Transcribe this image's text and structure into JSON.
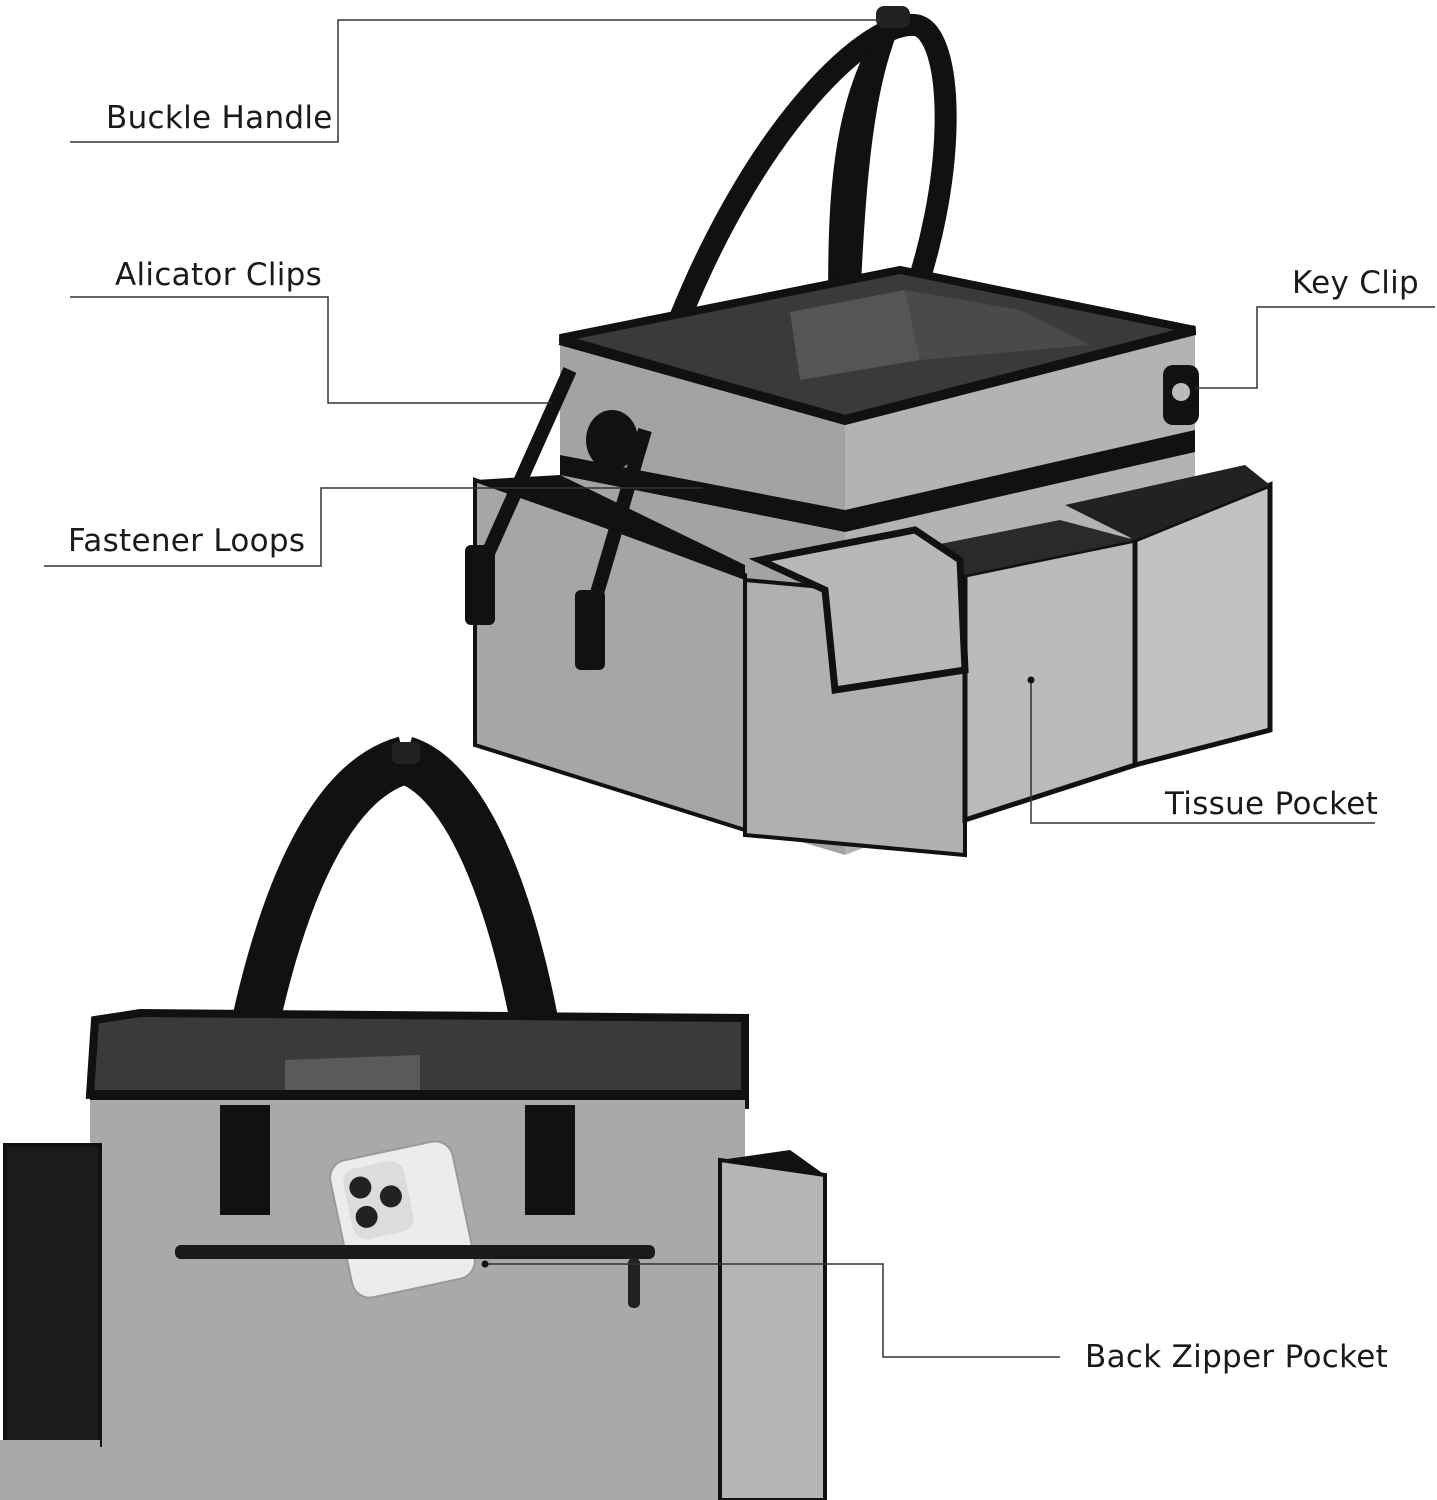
{
  "callouts": {
    "buckle_handle": "Buckle Handle",
    "alicator_clips": "Alicator Clips",
    "fastener_loops": "Fastener Loops",
    "key_clip": "Key Clip",
    "tissue_pocket": "Tissue Pocket",
    "back_zipper_pocket": "Back Zipper Pocket"
  },
  "colors": {
    "fabric": "#a8a8a8",
    "fabric_light": "#bdbdbd",
    "fabric_dark": "#8e8e8e",
    "trim": "#111111",
    "lining": "#3a3a3a",
    "leader_line": "#333333"
  }
}
